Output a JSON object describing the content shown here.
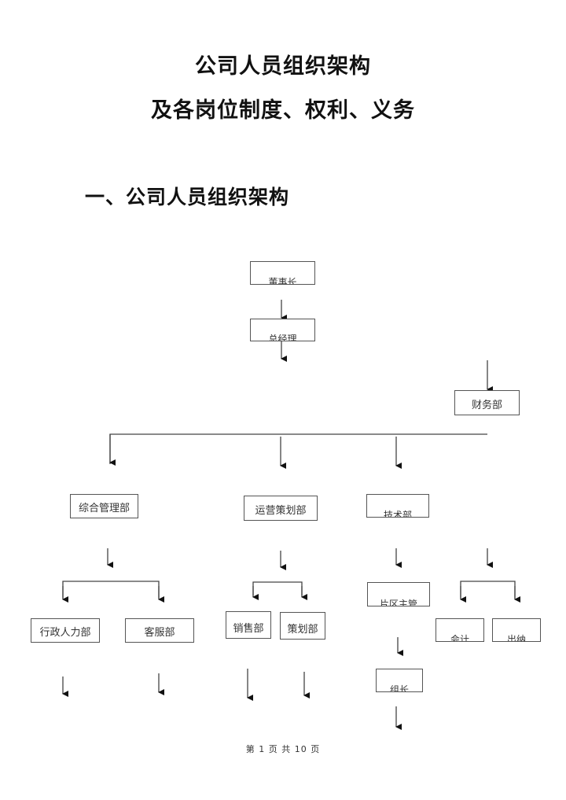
{
  "document": {
    "title_line1": "公司人员组织架构",
    "title_line2": "及各岗位制度、权利、义务",
    "section_heading": "一、公司人员组织架构"
  },
  "org_chart": {
    "chairman": "董事长",
    "general_manager": "总经理",
    "finance_dept": "财务部",
    "general_admin_dept": "综合管理部",
    "operations_planning_dept": "运营策划部",
    "tech_dept": "技术部",
    "admin_hr_dept": "行政人力部",
    "customer_service_dept": "客服部",
    "sales_dept": "销售部",
    "planning_dept": "策划部",
    "regional_supervisor": "片区主管",
    "accountant": "会计",
    "cashier": "出纳",
    "team_leader": "组长"
  },
  "footer": {
    "page_indicator": "第 1 页 共 10 页"
  }
}
